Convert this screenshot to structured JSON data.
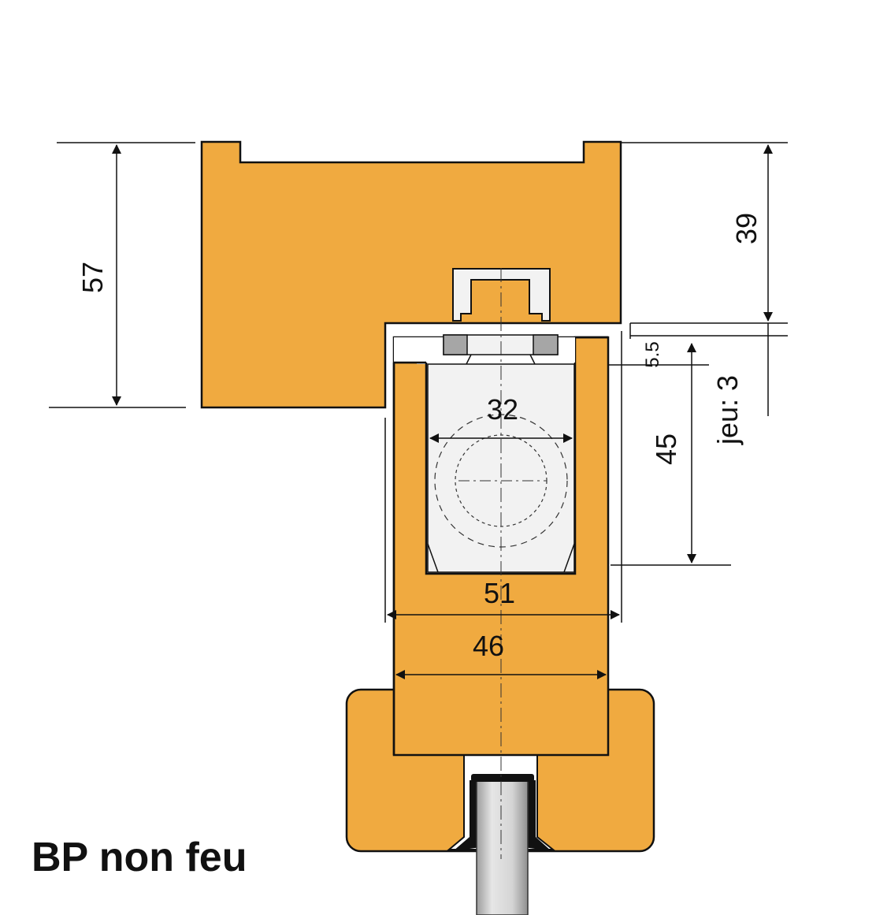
{
  "caption": "BP non feu",
  "dimensions": {
    "frame_height": "57",
    "frame_depth": "39",
    "gap_small": "5.5",
    "clearance": "jeu: 3",
    "rail_inner_width": "32",
    "rail_inner_height": "45",
    "outer_width": "51",
    "rail_width": "46"
  },
  "colors": {
    "wood": "#F0AA40",
    "outline": "#111111",
    "metal": "#F2F2F2",
    "roller_block": "#A6A6A6",
    "glass": "#CFCFCF",
    "background": "#FFFFFF"
  }
}
